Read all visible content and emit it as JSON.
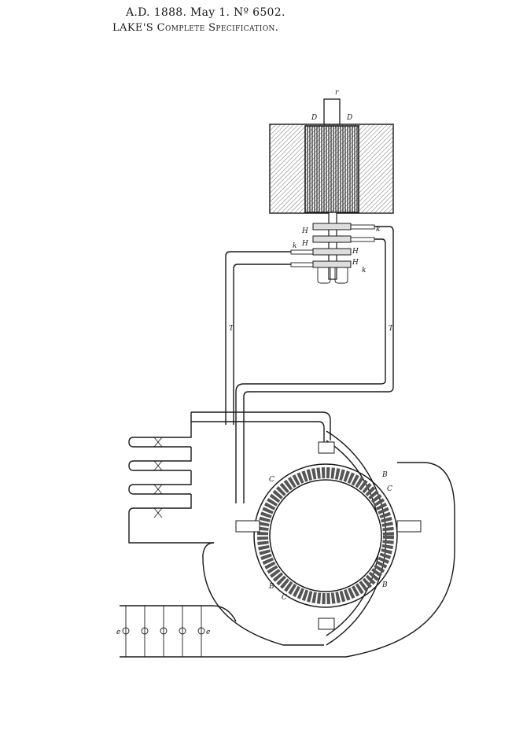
{
  "header": {
    "line1": "A.D. 1888. May 1. Nº 6502.",
    "line2": "LAKE'S Complete Specification."
  },
  "labels": {
    "shaft_top": "r",
    "rotor_left": "D",
    "rotor_right": "D",
    "ring_h1": "H",
    "ring_h2": "H",
    "ring_k1": "k",
    "ring_k2": "k",
    "ring_h3": "H",
    "ring_h4": "H",
    "ring_k3": "k",
    "wire_left": "T",
    "wire_right": "T",
    "coil_c1": "C",
    "coil_b1": "B",
    "coil_c2": "C",
    "coil_b2": "B",
    "coil_b3": "B",
    "coil_c3": "C",
    "lamp_e1": "e",
    "lamp_e2": "e"
  }
}
